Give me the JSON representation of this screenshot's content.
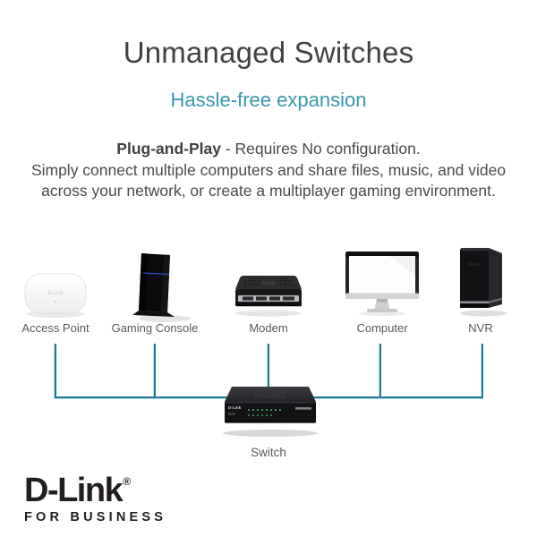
{
  "header": {
    "title": "Unmanaged Switches",
    "subtitle": "Hassle-free expansion"
  },
  "description": {
    "lead": "Plug-and-Play",
    "line1_rest": " - Requires No configuration.",
    "line2": "Simply connect multiple computers and share files, music, and video",
    "line3": "across your network, or create a multiplayer gaming environment."
  },
  "diagram": {
    "devices": [
      {
        "label": "Access Point"
      },
      {
        "label": "Gaming Console"
      },
      {
        "label": "Modem"
      },
      {
        "label": "Computer"
      },
      {
        "label": "NVR"
      }
    ],
    "switch": {
      "label": "Switch"
    }
  },
  "branding": {
    "logo_text": "D-Link",
    "registered_mark": "®",
    "tagline": "FOR BUSINESS",
    "device_marking": "D-Link"
  },
  "colors": {
    "accent_teal": "#3797AD",
    "connection_line_teal": "#20788E",
    "title_gray": "#414042",
    "body_gray": "#4A4A4C",
    "label_gray": "#58595B",
    "logo_black": "#231F20",
    "background": "#FFFFFF",
    "console_light_blue": "#2F55E0",
    "led_green": "#4DBE72"
  }
}
